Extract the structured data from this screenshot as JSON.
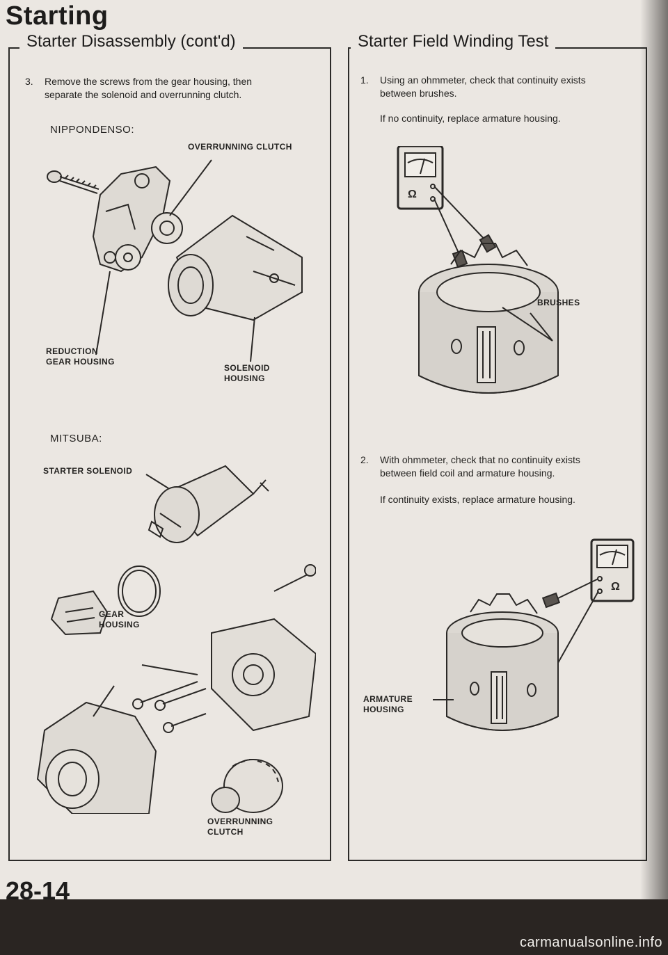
{
  "header": {
    "section_title": "Starting"
  },
  "left_panel": {
    "title": "Starter Disassembly (cont'd)",
    "step": {
      "number": "3.",
      "line1": "Remove the screws from the gear housing, then",
      "line2": "separate the solenoid and overrunning clutch."
    },
    "nippondenso": {
      "heading": "NIPPONDENSO:",
      "labels": {
        "overrunning_clutch": "OVERRUNNING CLUTCH",
        "reduction_gear_housing_1": "REDUCTION",
        "reduction_gear_housing_2": "GEAR HOUSING",
        "solenoid_housing_1": "SOLENOID",
        "solenoid_housing_2": "HOUSING"
      }
    },
    "mitsuba": {
      "heading": "MITSUBA:",
      "labels": {
        "starter_solenoid": "STARTER SOLENOID",
        "gear_housing_1": "GEAR",
        "gear_housing_2": "HOUSING",
        "overrunning_clutch_1": "OVERRUNNING",
        "overrunning_clutch_2": "CLUTCH"
      }
    }
  },
  "right_panel": {
    "title": "Starter Field Winding Test",
    "step1": {
      "number": "1.",
      "line1": "Using an ohmmeter, check that continuity exists",
      "line2": "between brushes.",
      "note": "If no continuity, replace armature housing.",
      "callout": "BRUSHES"
    },
    "step2": {
      "number": "2.",
      "line1": "With ohmmeter, check that no continuity exists",
      "line2": "between field coil and armature housing.",
      "note": "If continuity exists, replace armature housing.",
      "callout_1": "ARMATURE",
      "callout_2": "HOUSING"
    },
    "meter_symbol": "Ω"
  },
  "footer": {
    "page_number": "28-14",
    "watermark": "carmanualsonline.info"
  }
}
